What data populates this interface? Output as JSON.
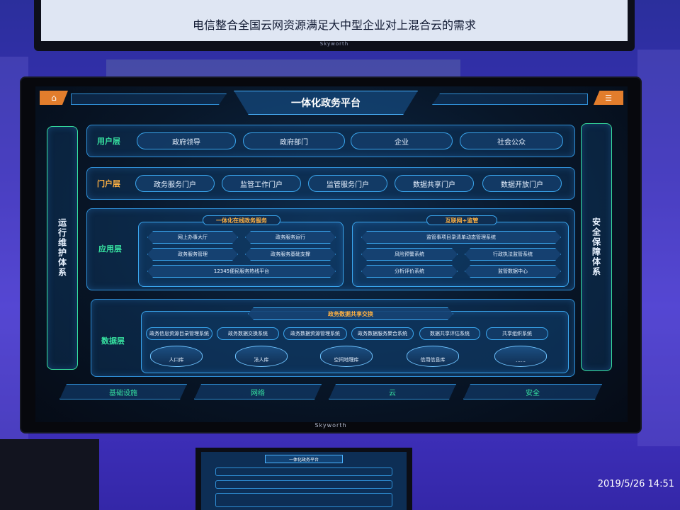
{
  "top": {
    "caption": "电信整合全国云网资源满足大中型企业对上混合云的需求",
    "brand": "Skyworth"
  },
  "main": {
    "brand": "Skyworth",
    "title": "一体化政务平台",
    "left_side": "运行维护体系",
    "right_side": "安全保障体系",
    "user_layer": {
      "label": "用户层",
      "items": [
        "政府领导",
        "政府部门",
        "企业",
        "社会公众"
      ]
    },
    "portal_layer": {
      "label": "门户层",
      "items": [
        "政务服务门户",
        "监管工作门户",
        "监管服务门户",
        "数据共享门户",
        "数据开放门户"
      ]
    },
    "app_layer": {
      "label": "应用层",
      "left_group": {
        "title": "一体化在线政务服务",
        "items": [
          "网上办事大厅",
          "政务服务运行",
          "政务服务管理",
          "政务服务基础支撑",
          "12345便民服务热线平台"
        ]
      },
      "right_group": {
        "title": "互联网+监管",
        "items": [
          "监管事项目录清单动态管理系统",
          "风险预警系统",
          "行政执法监管系统",
          "分析评价系统",
          "监管数据中心"
        ]
      }
    },
    "data_layer": {
      "label": "数据层",
      "exchange_title": "政务数据共享交换",
      "systems": [
        "政务信息资源目录管理系统",
        "政务数据交换系统",
        "政务数据资源管理系统",
        "政务数据服务聚合系统",
        "数据共享评估系统",
        "共享组织系统"
      ],
      "databases": [
        "人口库",
        "法人库",
        "空间地理库",
        "信用信息库",
        "……"
      ]
    },
    "foundation": [
      "基础设施",
      "网络",
      "云",
      "安全"
    ]
  },
  "lower_screen": {
    "title": "一体化政务平台"
  },
  "timestamp": "2019/5/26  14:51",
  "colors": {
    "accent": "#2f8fd6",
    "green": "#37e3a1",
    "orange": "#ffb142"
  }
}
